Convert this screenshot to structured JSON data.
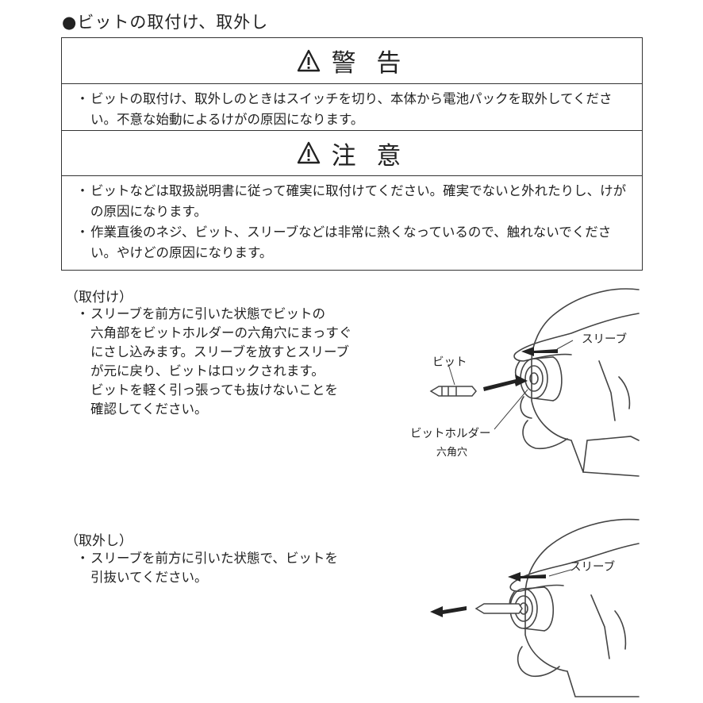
{
  "section": {
    "title": "●ビットの取付け、取外し"
  },
  "warning": {
    "title": "警 告",
    "items": [
      "ビットの取付け、取外しのときはスイッチを切り、本体から電池パックを取外してください。不意な始動によるけがの原因になります。"
    ]
  },
  "caution": {
    "title": "注 意",
    "items": [
      "ビットなどは取扱説明書に従って確実に取付けてください。確実でないと外れたりし、けがの原因になります。",
      "作業直後のネジ、ビット、スリーブなどは非常に熱くなっているので、触れないでください。やけどの原因になります。"
    ]
  },
  "install": {
    "heading": "（取付け）",
    "bullet": "・",
    "lines": [
      "スリーブを前方に引いた状態でビットの",
      "六角部をビットホルダーの六角穴にまっすぐ",
      "にさし込みます。スリーブを放すとスリーブ",
      "が元に戻り、ビットはロックされます。",
      "ビットを軽く引っ張っても抜けないことを",
      "確認してください。"
    ],
    "labels": {
      "sleeve": "スリーブ",
      "bit": "ビット",
      "holder": "ビットホルダー",
      "hex": "六角穴"
    }
  },
  "remove": {
    "heading": "（取外し）",
    "bullet": "・",
    "lines": [
      "スリーブを前方に引いた状態で、ビットを",
      "引抜いてください。"
    ],
    "labels": {
      "sleeve": "スリーブ"
    }
  }
}
